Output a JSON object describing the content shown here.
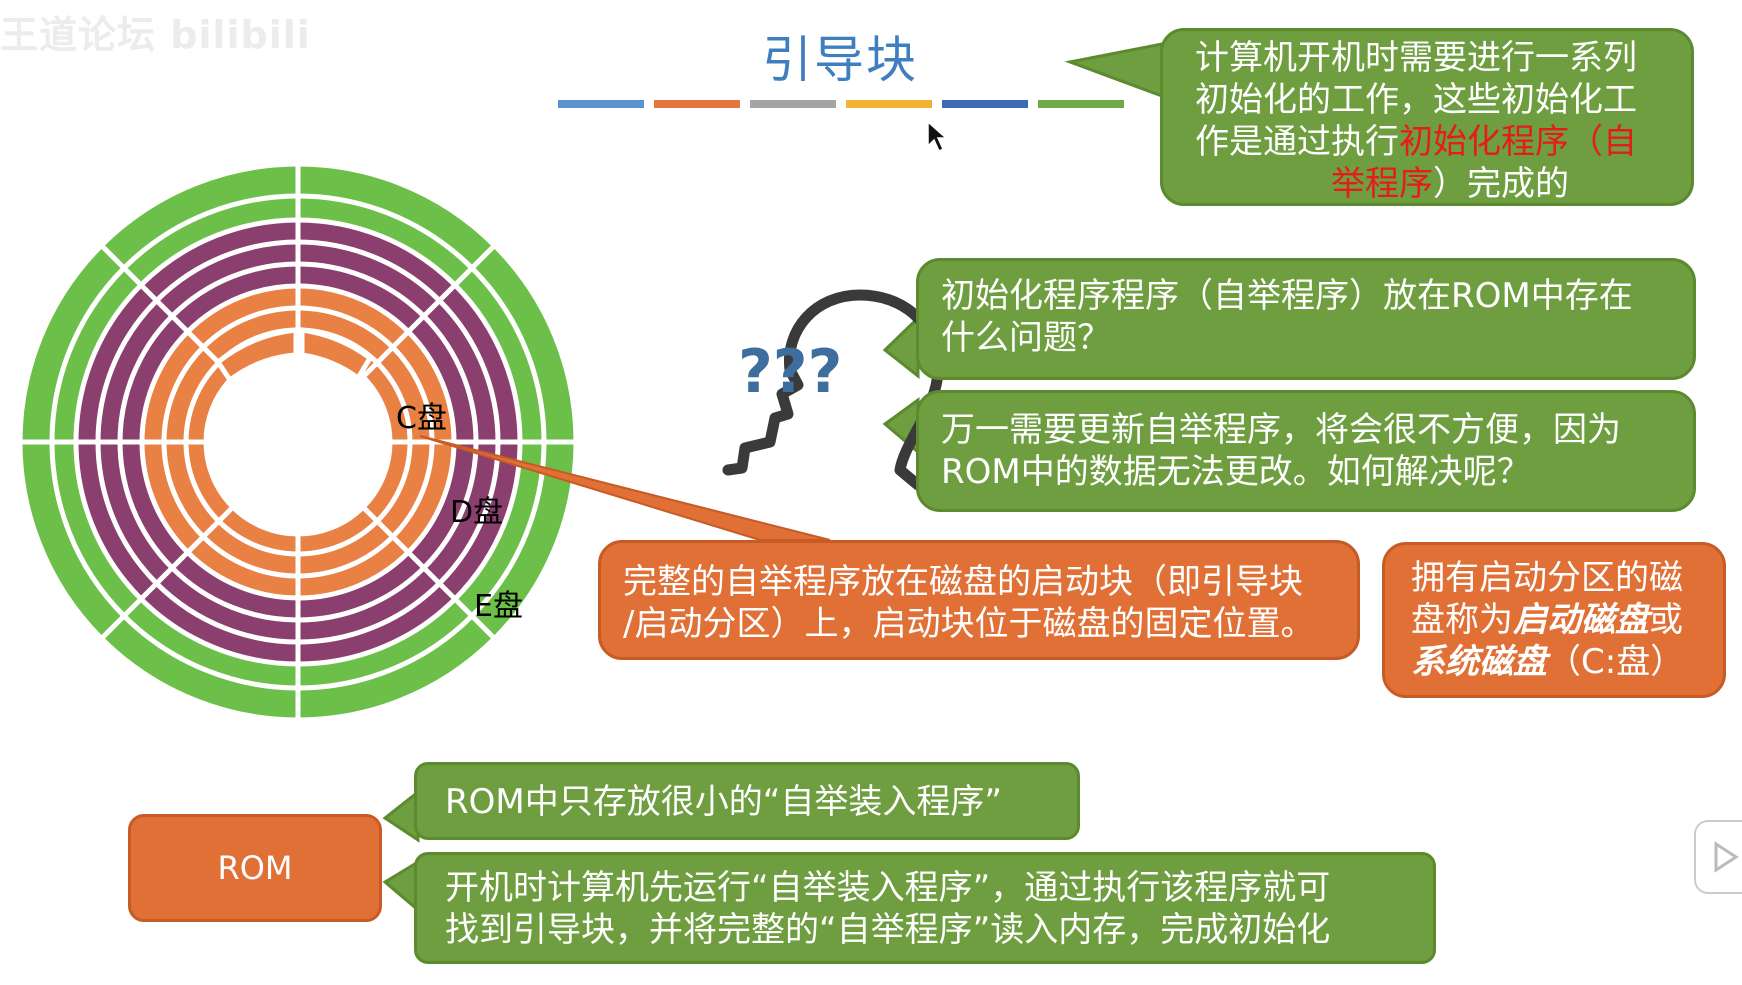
{
  "watermark": "王道论坛 bilibili",
  "title": "引导块",
  "title_bar_colors": [
    "#5a93d0",
    "#e2773d",
    "#a5a5a5",
    "#f0b335",
    "#3d6ab5",
    "#70a84a"
  ],
  "callouts": {
    "init": {
      "line1": "计算机开机时需要进行一系列",
      "line2": "初始化的工作，这些初始化工",
      "line3_a": "作是通过执行",
      "line3_red": "初始化程序（自",
      "line4_red": "举程序",
      "line4_b": "）完成的"
    },
    "question": {
      "line1": "初始化程序程序（自举程序）放在ROM中存在",
      "line2": "什么问题？"
    },
    "answer": {
      "line1": "万一需要更新自举程序，将会很不方便，因为",
      "line2": "ROM中的数据无法更改。如何解决呢？"
    },
    "boot_block": {
      "line1": "完整的自举程序放在磁盘的启动块（即引导块",
      "line2": "/启动分区）上，启动块位于磁盘的固定位置。"
    },
    "boot_disk": {
      "line1": "拥有启动分区的磁",
      "line2_a": "盘称为",
      "line2_em": "启动磁盘",
      "line2_b": "或",
      "line3_em": "系统磁盘",
      "line3_b": "（C:盘）"
    },
    "rom_box": {
      "label": "ROM"
    },
    "rom_small": {
      "line1": "ROM中只存放很小的“自举装入程序”"
    },
    "rom_boot": {
      "line1": "开机时计算机先运行“自举装入程序”，通过执行该程序就可",
      "line2": "找到引导块，并将完整的“自举程序”读入内存，完成初始化"
    }
  },
  "disk": {
    "labels": {
      "c": "C盘",
      "d": "D盘",
      "e": "E盘"
    },
    "colors": {
      "outer": "#6cc04a",
      "middle": "#8b3f6f",
      "inner": "#e98145",
      "line": "#ffffff"
    }
  },
  "head_icon": {
    "text": "???",
    "color": "#3e6e9e"
  }
}
